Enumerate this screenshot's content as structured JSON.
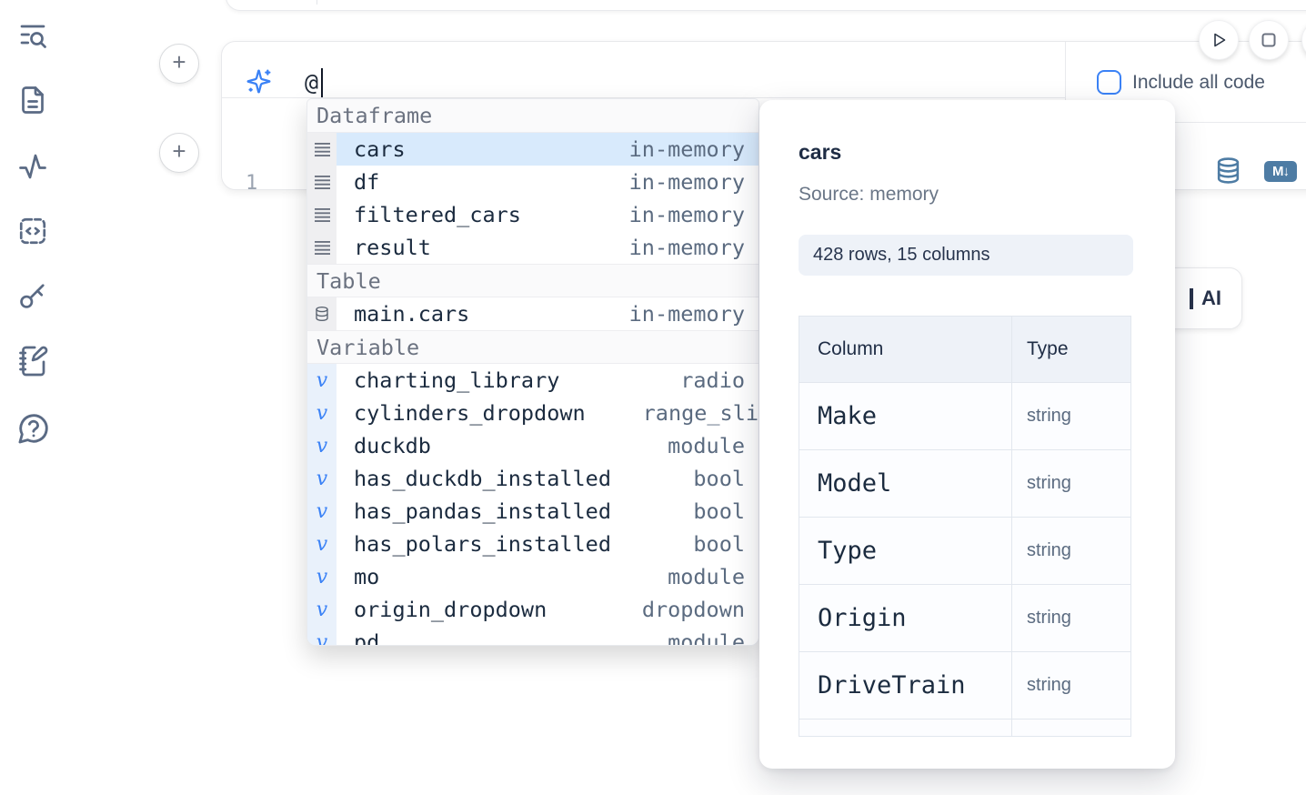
{
  "colors": {
    "accent_blue": "#3b82f6",
    "steel_blue": "#4e7ca4",
    "selected_row_bg": "#d8eafc",
    "panel_badge_bg": "#eef2f8"
  },
  "sidebar": {
    "icons": [
      "list-search",
      "file-document",
      "activity",
      "scratchpad-code",
      "key",
      "notebook-edit",
      "help-chat"
    ]
  },
  "cell": {
    "add_cell_button_top": "+",
    "add_cell_button_bottom": "+",
    "prompt": {
      "typed_value": "@",
      "include_all_code_label": "Include all code",
      "include_all_code_checked": false
    },
    "editor": {
      "line_number": "1"
    },
    "toolbar": {
      "markdown_badge": "M↓"
    }
  },
  "autocomplete": {
    "sections": [
      {
        "label": "Dataframe",
        "items": [
          {
            "icon": "rows",
            "name": "cars",
            "type": "in-memory",
            "selected": true
          },
          {
            "icon": "rows",
            "name": "df",
            "type": "in-memory"
          },
          {
            "icon": "rows",
            "name": "filtered_cars",
            "type": "in-memory"
          },
          {
            "icon": "rows",
            "name": "result",
            "type": "in-memory"
          }
        ]
      },
      {
        "label": "Table",
        "items": [
          {
            "icon": "database",
            "name": "main.cars",
            "type": "in-memory"
          }
        ]
      },
      {
        "label": "Variable",
        "items": [
          {
            "icon": "variable",
            "name": "charting_library",
            "type": "radio"
          },
          {
            "icon": "variable",
            "name": "cylinders_dropdown",
            "type": "range_sli",
            "clipped": true
          },
          {
            "icon": "variable",
            "name": "duckdb",
            "type": "module"
          },
          {
            "icon": "variable",
            "name": "has_duckdb_installed",
            "type": "bool"
          },
          {
            "icon": "variable",
            "name": "has_pandas_installed",
            "type": "bool"
          },
          {
            "icon": "variable",
            "name": "has_polars_installed",
            "type": "bool"
          },
          {
            "icon": "variable",
            "name": "mo",
            "type": "module"
          },
          {
            "icon": "variable",
            "name": "origin_dropdown",
            "type": "dropdown"
          },
          {
            "icon": "variable",
            "name": "pd",
            "type": "module",
            "partial": true
          }
        ]
      }
    ],
    "variable_icon_glyph": "v"
  },
  "preview_panel": {
    "title": "cars",
    "source": "Source: memory",
    "shape_badge": "428 rows, 15 columns",
    "table": {
      "headers": [
        "Column",
        "Type"
      ],
      "rows": [
        [
          "Make",
          "string"
        ],
        [
          "Model",
          "string"
        ],
        [
          "Type",
          "string"
        ],
        [
          "Origin",
          "string"
        ],
        [
          "DriveTrain",
          "string"
        ]
      ],
      "has_partial_row": true
    }
  },
  "ai_button": {
    "visible_label": "AI"
  }
}
